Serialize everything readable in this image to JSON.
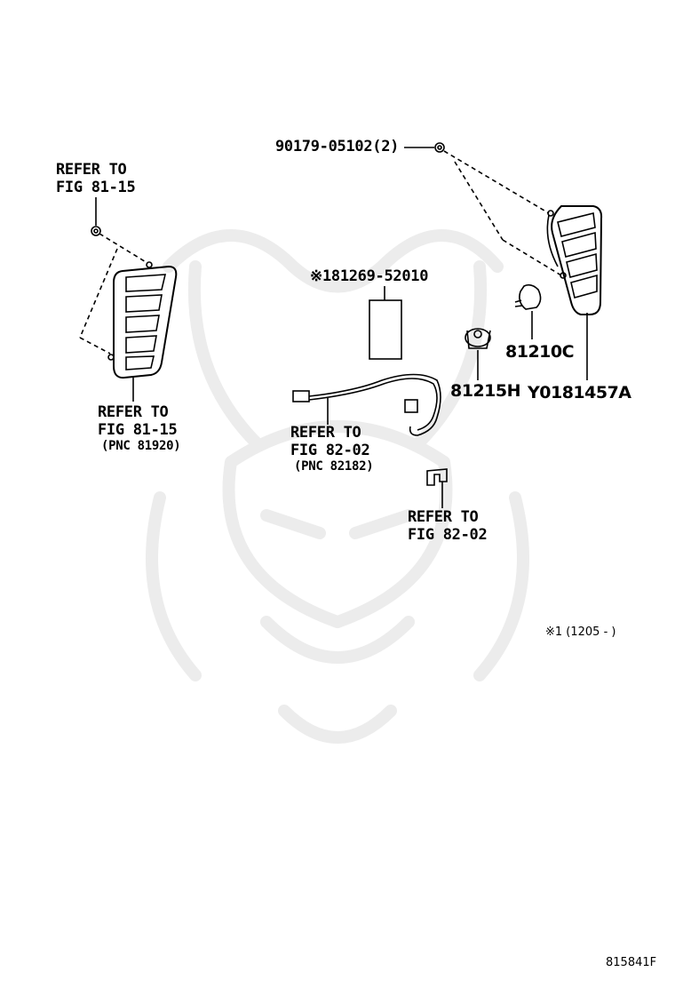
{
  "callouts": {
    "left_top_refer": {
      "line1": "REFER TO",
      "line2": "FIG 81-15"
    },
    "left_bottom_refer": {
      "line1": "REFER TO",
      "line2": "FIG 81-15",
      "line3": "(PNC 81920)"
    },
    "nut_part": "90179-05102(2)",
    "tag_part": "※181269-52010",
    "wire_refer": {
      "line1": "REFER TO",
      "line2": "FIG 82-02",
      "line3": "(PNC 82182)"
    },
    "clip_refer": {
      "line1": "REFER TO",
      "line2": "FIG 82-02"
    },
    "bulb_part": "81210C",
    "socket_part": "81215H",
    "lamp_part": "Y0181457A"
  },
  "footnote": "※1 (1205 -     )",
  "figure_code": "815841F",
  "colors": {
    "ink": "#000000",
    "watermark": "#e9e9e9"
  }
}
